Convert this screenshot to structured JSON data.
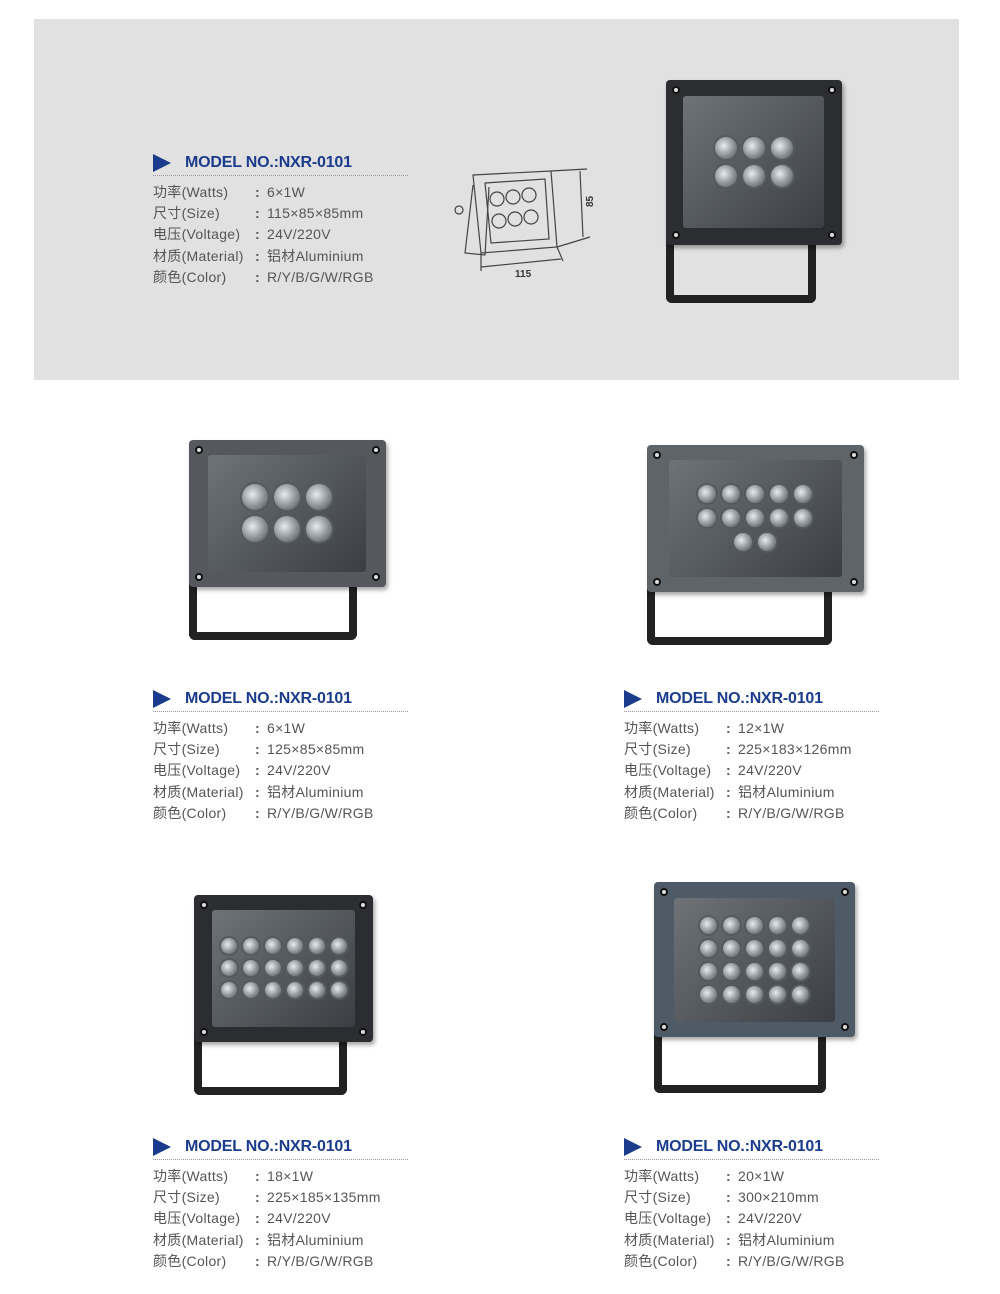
{
  "products": [
    {
      "model": "MODEL NO.:NXR-0101",
      "specs": [
        {
          "label": "功率(Watts)",
          "value": "6×1W"
        },
        {
          "label": "尺寸(Size)",
          "value": "115×85×85mm"
        },
        {
          "label": "电压(Voltage)",
          "value": "24V/220V"
        },
        {
          "label": "材质(Material)",
          "value": "铝材Aluminium"
        },
        {
          "label": "颜色(Color)",
          "value": "R/Y/B/G/W/RGB"
        }
      ]
    },
    {
      "model": "MODEL NO.:NXR-0101",
      "specs": [
        {
          "label": "功率(Watts)",
          "value": "6×1W"
        },
        {
          "label": "尺寸(Size)",
          "value": "125×85×85mm"
        },
        {
          "label": "电压(Voltage)",
          "value": "24V/220V"
        },
        {
          "label": "材质(Material)",
          "value": "铝材Aluminium"
        },
        {
          "label": "颜色(Color)",
          "value": "R/Y/B/G/W/RGB"
        }
      ]
    },
    {
      "model": "MODEL NO.:NXR-0101",
      "specs": [
        {
          "label": "功率(Watts)",
          "value": "12×1W"
        },
        {
          "label": "尺寸(Size)",
          "value": "225×183×126mm"
        },
        {
          "label": "电压(Voltage)",
          "value": "24V/220V"
        },
        {
          "label": "材质(Material)",
          "value": "铝材Aluminium"
        },
        {
          "label": "颜色(Color)",
          "value": "R/Y/B/G/W/RGB"
        }
      ]
    },
    {
      "model": "MODEL NO.:NXR-0101",
      "specs": [
        {
          "label": "功率(Watts)",
          "value": "18×1W"
        },
        {
          "label": "尺寸(Size)",
          "value": "225×185×135mm"
        },
        {
          "label": "电压(Voltage)",
          "value": "24V/220V"
        },
        {
          "label": "材质(Material)",
          "value": "铝材Aluminium"
        },
        {
          "label": "颜色(Color)",
          "value": "R/Y/B/G/W/RGB"
        }
      ]
    },
    {
      "model": "MODEL NO.:NXR-0101",
      "specs": [
        {
          "label": "功率(Watts)",
          "value": "20×1W"
        },
        {
          "label": "尺寸(Size)",
          "value": "300×210mm"
        },
        {
          "label": "电压(Voltage)",
          "value": "24V/220V"
        },
        {
          "label": "材质(Material)",
          "value": "铝材Aluminium"
        },
        {
          "label": "颜色(Color)",
          "value": "R/Y/B/G/W/RGB"
        }
      ]
    }
  ],
  "diagram": {
    "width_label": "115",
    "height_label": "85"
  },
  "colors": {
    "accent": "#1b3c8c",
    "band": "#e1e1e1"
  }
}
